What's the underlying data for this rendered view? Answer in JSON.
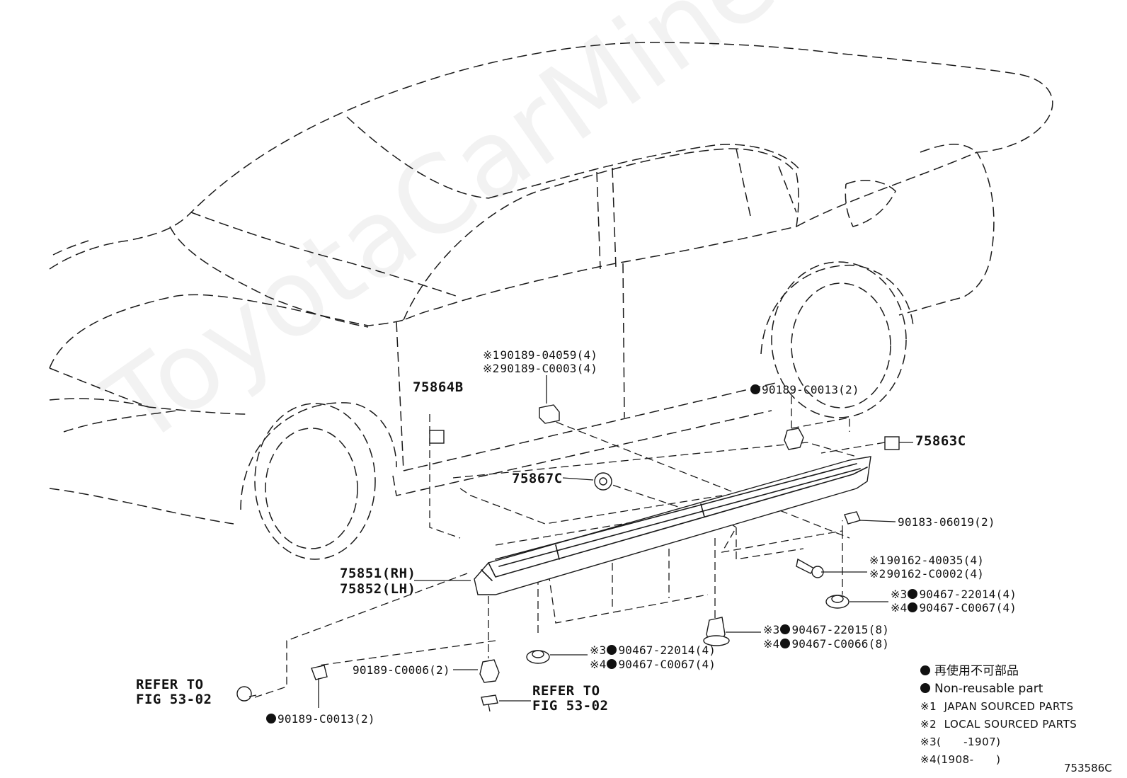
{
  "watermark": "ToyotaCarMine.ru",
  "figure_id": "753586C",
  "labels": {
    "clip_upper_1": "90189-04059(4)",
    "clip_upper_2": "90189-C0003(4)",
    "mark_1": "※1",
    "mark_2": "※2",
    "mark_3": "※3",
    "mark_4": "※4",
    "emblem_left": "75864B",
    "emblem_right": "75863C",
    "clip_top_right": "90189-C0013(2)",
    "nut_center": "75867C",
    "nut_right": "90183-06019(2)",
    "screw_1": "90162-40035(4)",
    "screw_2": "90162-C0002(4)",
    "grommet_right_3": "90467-22014(4)",
    "grommet_right_4": "90467-C0067(4)",
    "molding_rh": "75851(RH)",
    "molding_lh": "75852(LH)",
    "clip_center_3": "90467-22015(8)",
    "clip_center_4": "90467-C0066(8)",
    "grommet_low_3": "90467-22014(4)",
    "grommet_low_4": "90467-C0067(4)",
    "clip_low": "90189-C0006(2)",
    "refer_left_1": "REFER TO",
    "refer_left_2": "FIG 53-02",
    "refer_mid_1": "REFER TO",
    "refer_mid_2": "FIG 53-02",
    "clip_bottom_left": "90189-C0013(2)"
  },
  "legend": {
    "non_reusable_jp": "再使用不可部品",
    "non_reusable_en": "Non-reusable part",
    "note_1_mark": "※1",
    "note_1": "JAPAN SOURCED PARTS",
    "note_2_mark": "※2",
    "note_2": "LOCAL SOURCED PARTS",
    "note_3_mark": "※3",
    "note_3": "(      -1907)",
    "note_4_mark": "※4",
    "note_4": "(1908-      )"
  }
}
